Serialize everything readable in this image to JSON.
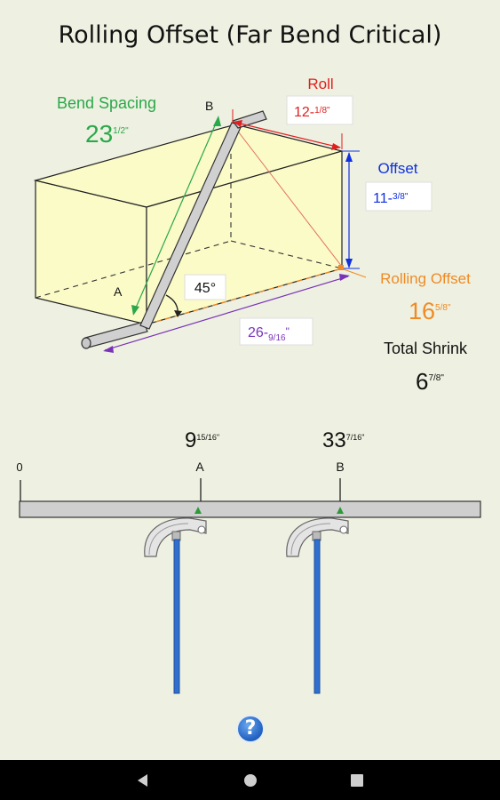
{
  "title": "Rolling Offset (Far Bend Critical)",
  "bend_spacing": {
    "label": "Bend Spacing",
    "whole": "23",
    "frac": "1/2",
    "unit": "\""
  },
  "roll": {
    "label": "Roll",
    "whole": "12-",
    "frac": "1/8",
    "unit": "\""
  },
  "offset": {
    "label": "Offset",
    "whole": "11-",
    "frac": "3/8",
    "unit": "\""
  },
  "rolling_offset": {
    "label": "Rolling Offset",
    "whole": "16",
    "frac": "5/8",
    "unit": "\""
  },
  "diagonal": {
    "whole": "26-",
    "frac": "9/16",
    "unit": "\""
  },
  "angle": "45°",
  "point_a": "A",
  "point_b": "B",
  "total_shrink": {
    "label": "Total Shrink",
    "whole": "6",
    "frac": "7/8",
    "unit": "\""
  },
  "bender": {
    "zero_label": "0",
    "mark_a": {
      "whole": "9",
      "frac": "15/16",
      "unit": "\"",
      "label": "A"
    },
    "mark_b": {
      "whole": "33",
      "frac": "7/16",
      "unit": "\"",
      "label": "B"
    }
  },
  "help_label": "?",
  "colors": {
    "bend_spacing": "#2aa84a",
    "roll": "#e02020",
    "offset": "#1030e0",
    "rolling_offset": "#f08a24",
    "diagonal": "#7a32b8",
    "box_fill": "#fbfbc8"
  }
}
